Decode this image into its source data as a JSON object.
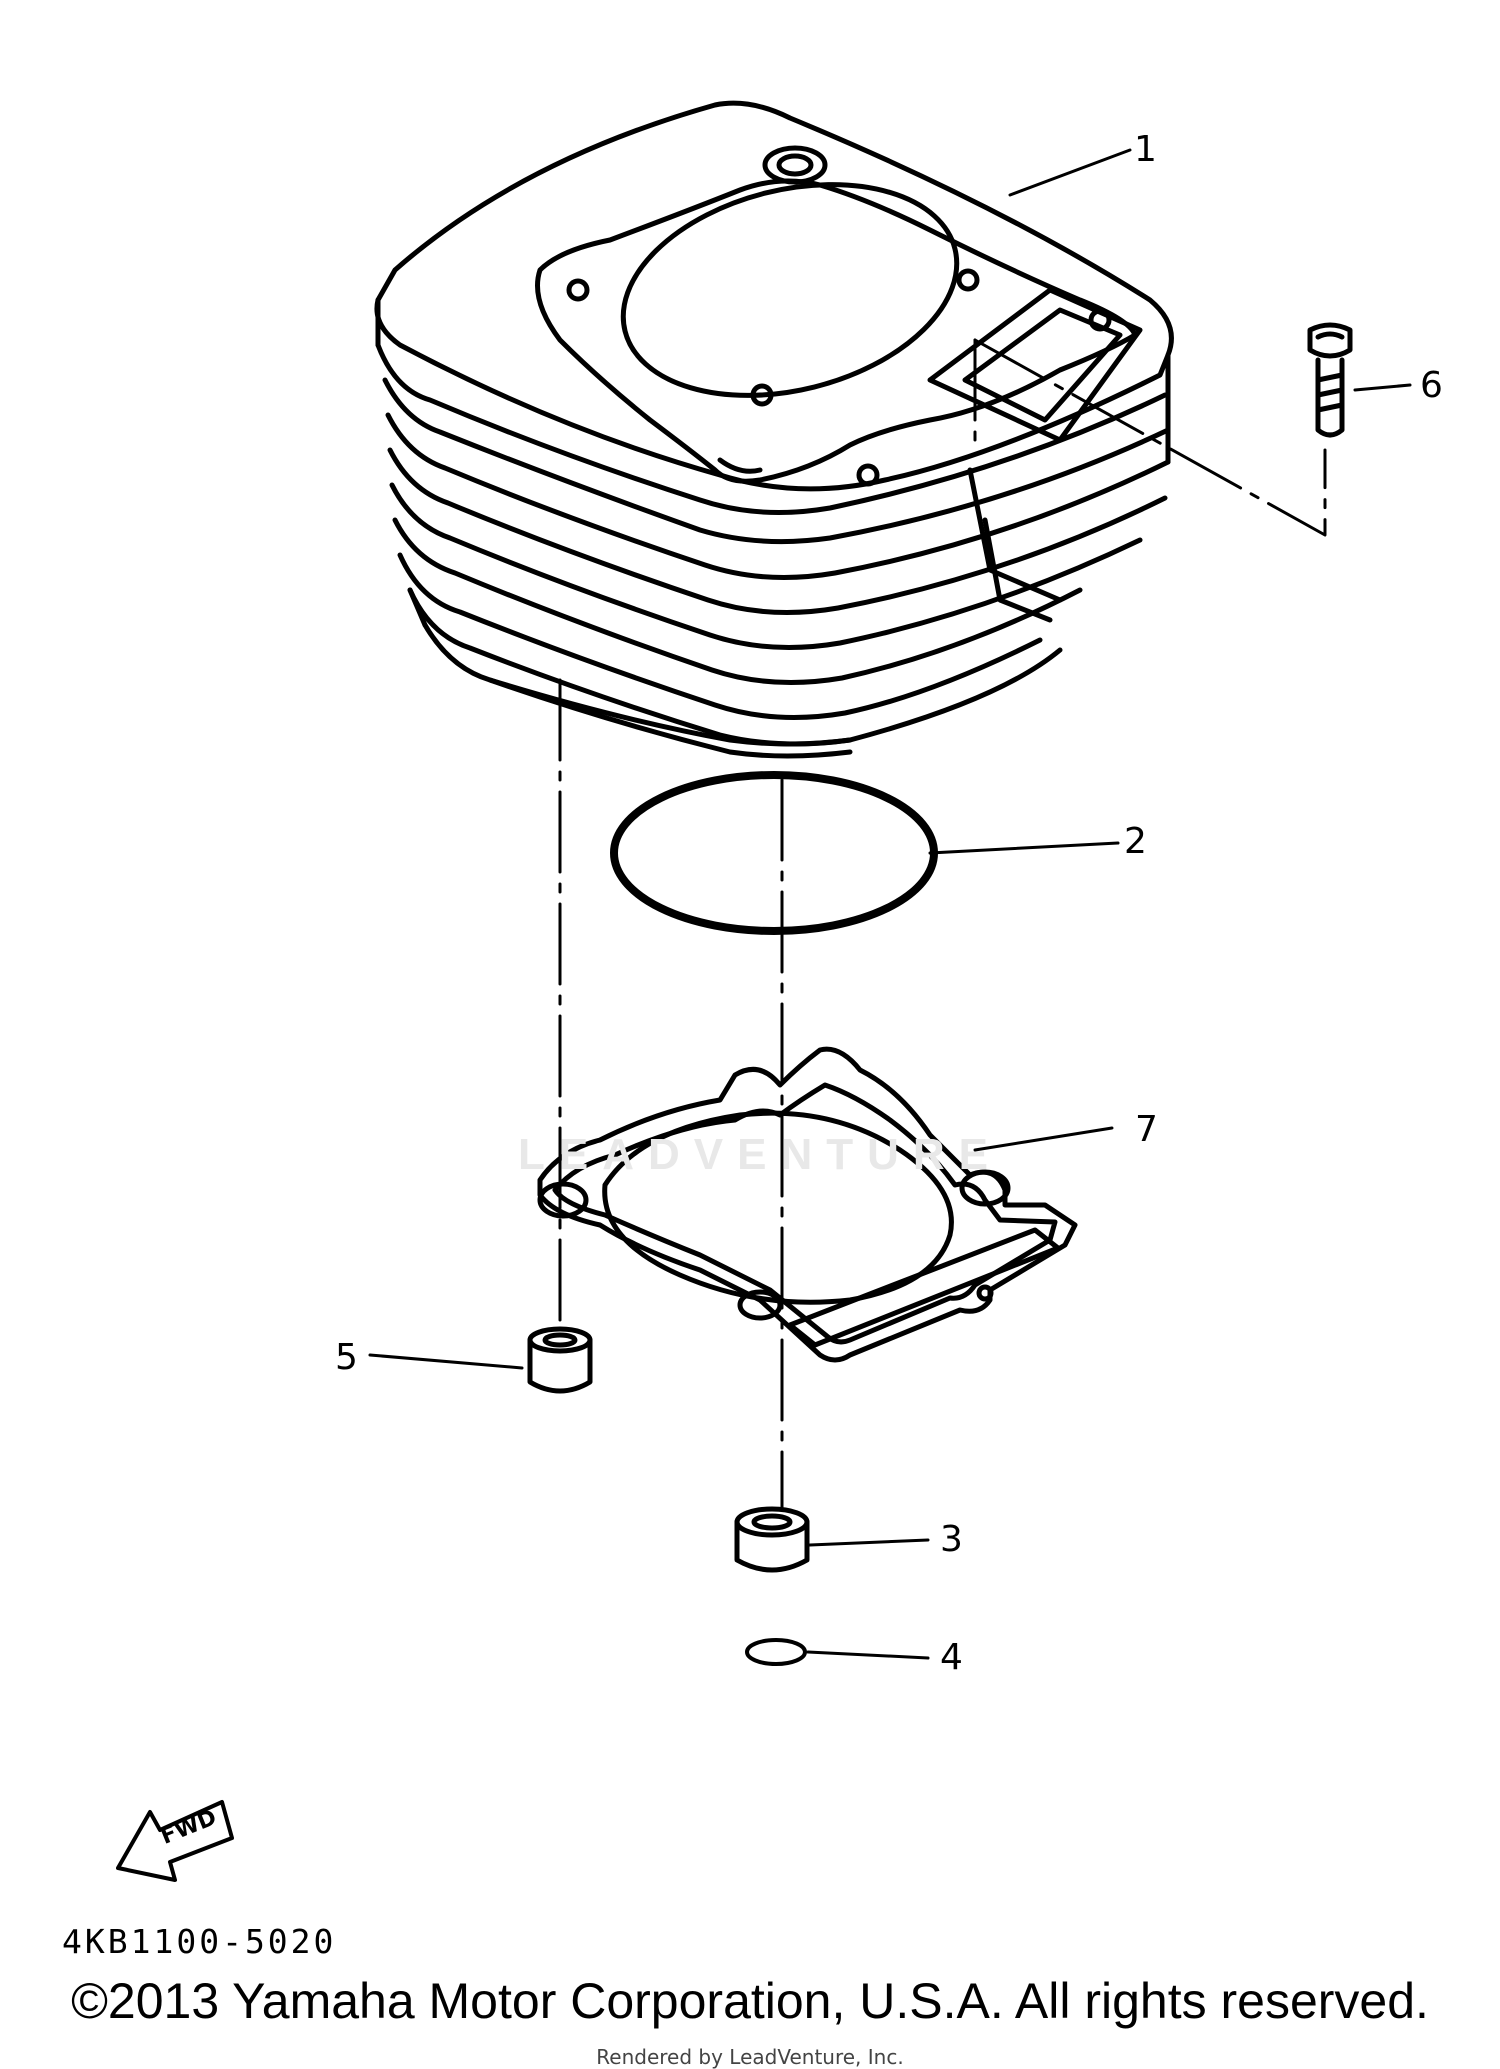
{
  "callouts": {
    "p1": "1",
    "p2": "2",
    "p3": "3",
    "p4": "4",
    "p5": "5",
    "p6": "6",
    "p7": "7"
  },
  "fwd_label": "FWD",
  "doc_code": "4KB1100-5020",
  "watermark_text": "LEADVENTURE",
  "copyright": "©2013 Yamaha Motor Corporation, U.S.A. All rights reserved.",
  "rendered_by": "Rendered by LeadVenture, Inc."
}
